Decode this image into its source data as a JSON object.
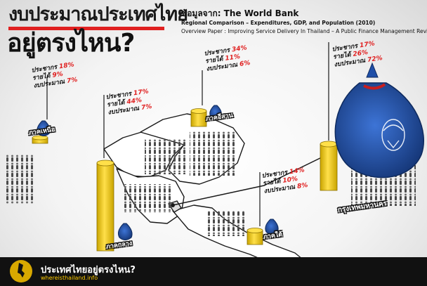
{
  "title": {
    "line1": "งบประมาณประเทศไทย",
    "line2": "อยู่ตรงไหน?"
  },
  "source": {
    "heading": "ข้อมูลจาก: The World Bank",
    "line1": "Regional Comparison – Expenditures, GDP, and Population (2010)",
    "line2": "Overview Paper : Improving Service Delivery In Thailand – A Public Finance Management Review"
  },
  "stat_labels": {
    "population": "ประชากร",
    "income": "รายได้",
    "budget": "งบประมาณ"
  },
  "regions": [
    {
      "id": "north",
      "name": "ภาคเหนือ",
      "population": "18%",
      "income": "9%",
      "budget": "7%"
    },
    {
      "id": "central",
      "name": "ภาคกลาง",
      "population": "17%",
      "income": "44%",
      "budget": "7%"
    },
    {
      "id": "northeast",
      "name": "ภาคอีสาน",
      "population": "34%",
      "income": "11%",
      "budget": "6%"
    },
    {
      "id": "south",
      "name": "ภาคใต้",
      "population": "14%",
      "income": "10%",
      "budget": "8%"
    },
    {
      "id": "bangkok",
      "name": "กรุงเทพมหานคร",
      "population": "17%",
      "income": "26%",
      "budget": "72%"
    }
  ],
  "footer": {
    "title": "ประเทศไทยอยู่ตรงไหน?",
    "url": "whereisthailand.info"
  },
  "colors": {
    "accent": "#e02020",
    "bag": "#1f4fa8",
    "coin": "#f2cd00",
    "map": "#ffffff"
  },
  "icons": [
    "money-bag-icon",
    "coin-stack-icon",
    "people-crowd-icon",
    "garuda-emblem-icon",
    "thailand-map-logo-icon"
  ]
}
